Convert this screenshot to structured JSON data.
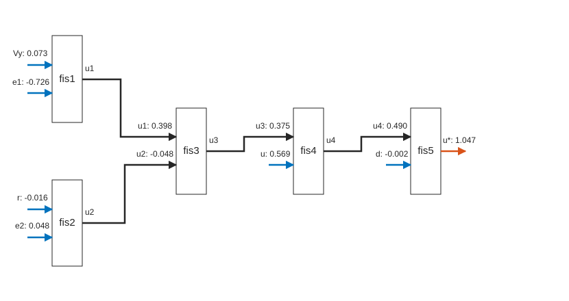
{
  "colors": {
    "block_border": "#262626",
    "connector": "#262626",
    "input_arrow": "#0072bd",
    "output_arrow": "#d95319"
  },
  "blocks": [
    {
      "id": "fis1",
      "label": "fis1"
    },
    {
      "id": "fis2",
      "label": "fis2"
    },
    {
      "id": "fis3",
      "label": "fis3"
    },
    {
      "id": "fis4",
      "label": "fis4"
    },
    {
      "id": "fis5",
      "label": "fis5"
    }
  ],
  "inputs": {
    "vy": "Vy: 0.073",
    "e1": "e1: -0.726",
    "r": "r: -0.016",
    "e2": "e2: 0.048",
    "u": "u: 0.569",
    "d": "d: -0.002"
  },
  "intermediate": {
    "u1_out": "u1",
    "u2_out": "u2",
    "u3_out": "u3",
    "u4_out": "u4",
    "u1_in": "u1: 0.398",
    "u2_in": "u2: -0.048",
    "u3_in": "u3: 0.375",
    "u4_in": "u4: 0.490"
  },
  "output": {
    "label": "u*: 1.047"
  }
}
